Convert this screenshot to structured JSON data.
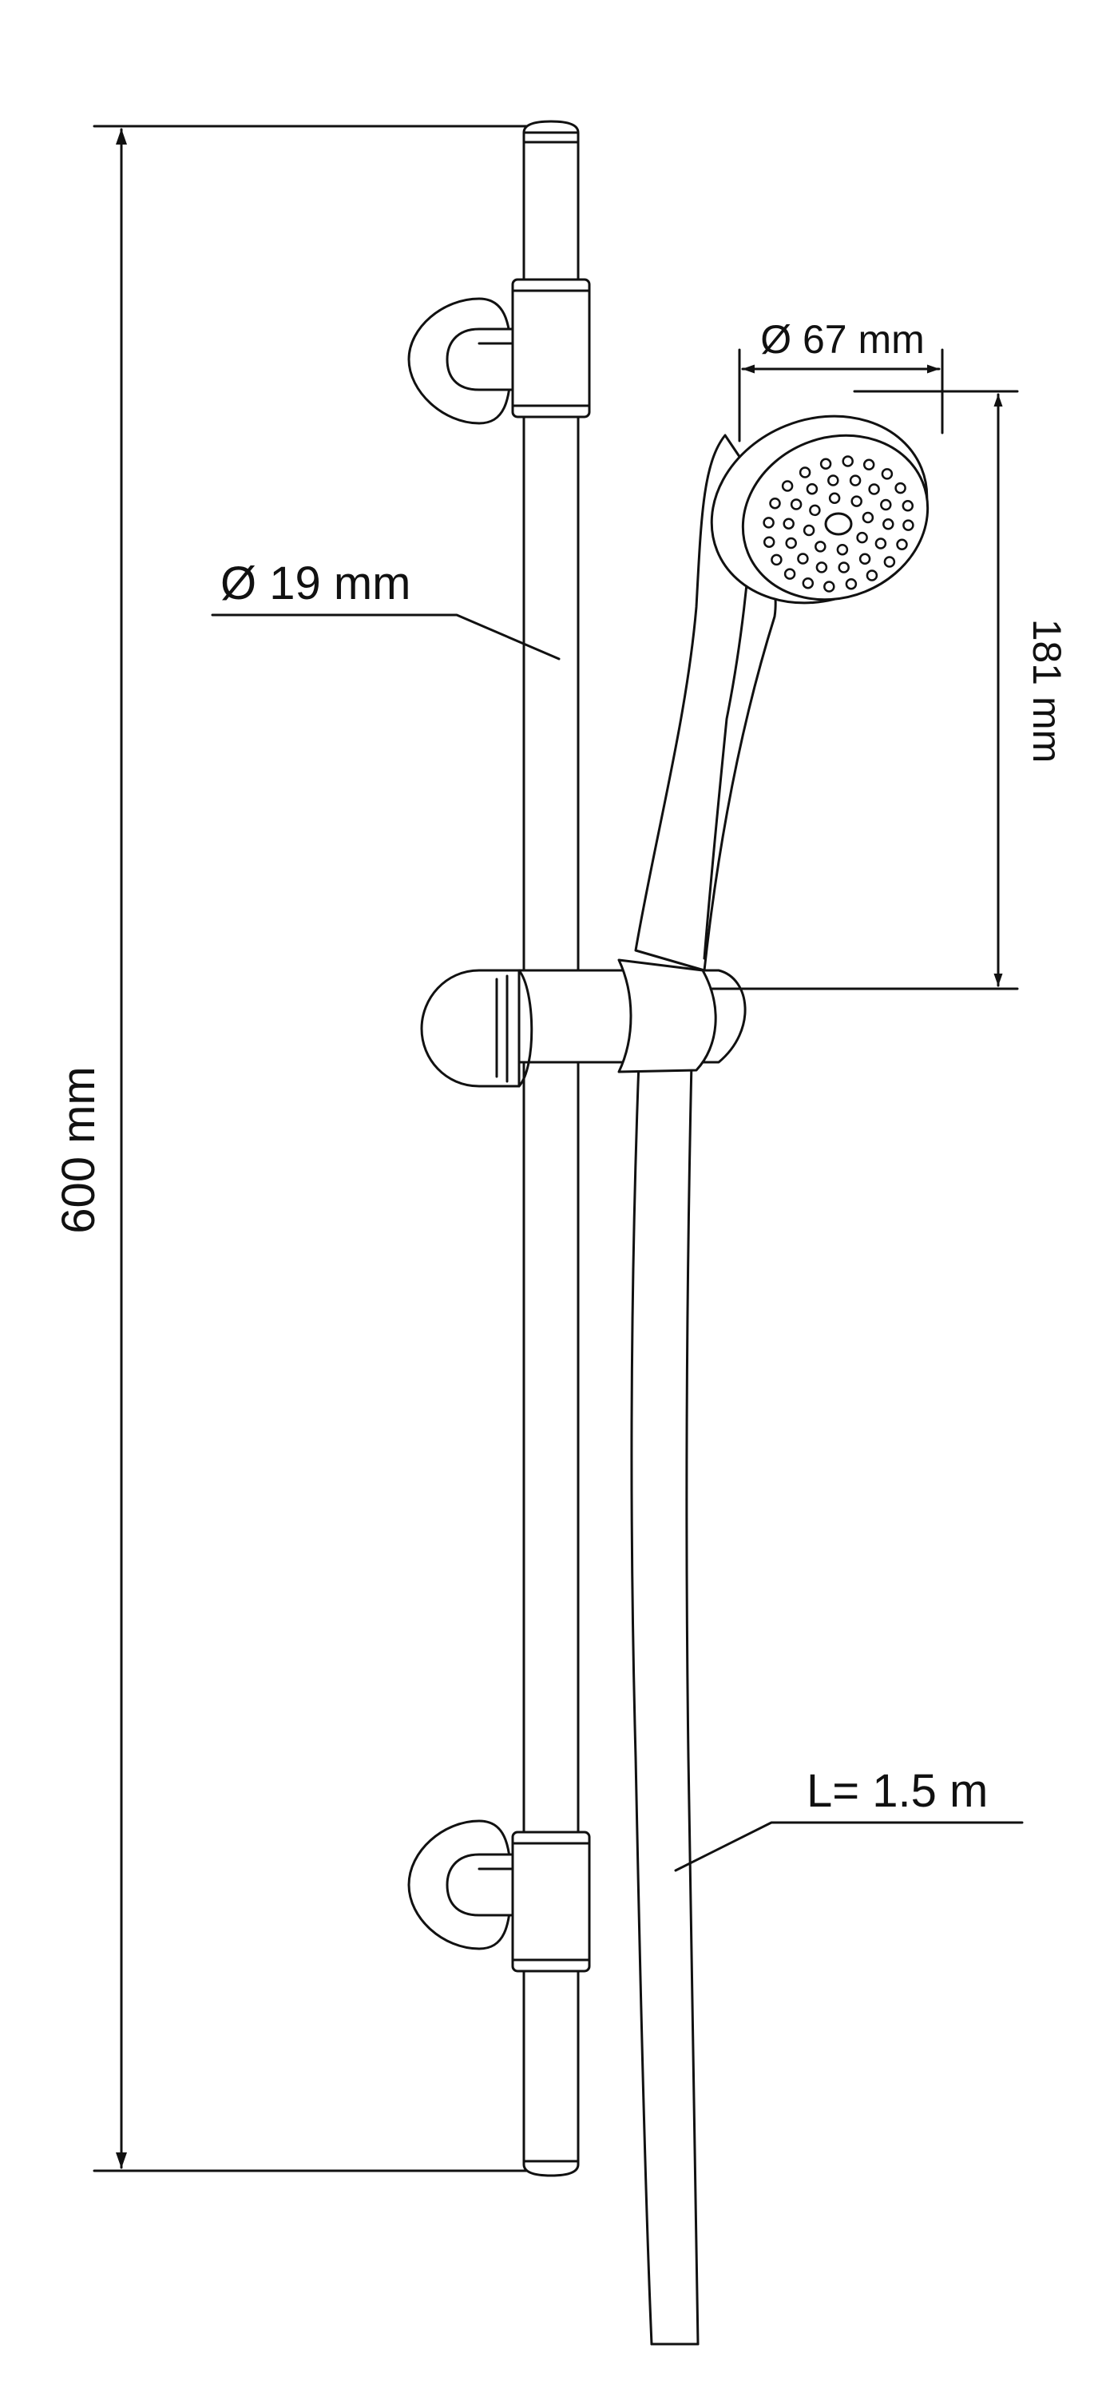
{
  "diagram": {
    "type": "technical-dimension-drawing",
    "line_color": "#111111",
    "background_color": "#ffffff"
  },
  "labels": {
    "overall_height": "600 mm",
    "rail_diameter": "Ø 19 mm",
    "head_diameter": "Ø 67 mm",
    "handset_length": "181 mm",
    "hose_length": "L= 1.5 m"
  }
}
